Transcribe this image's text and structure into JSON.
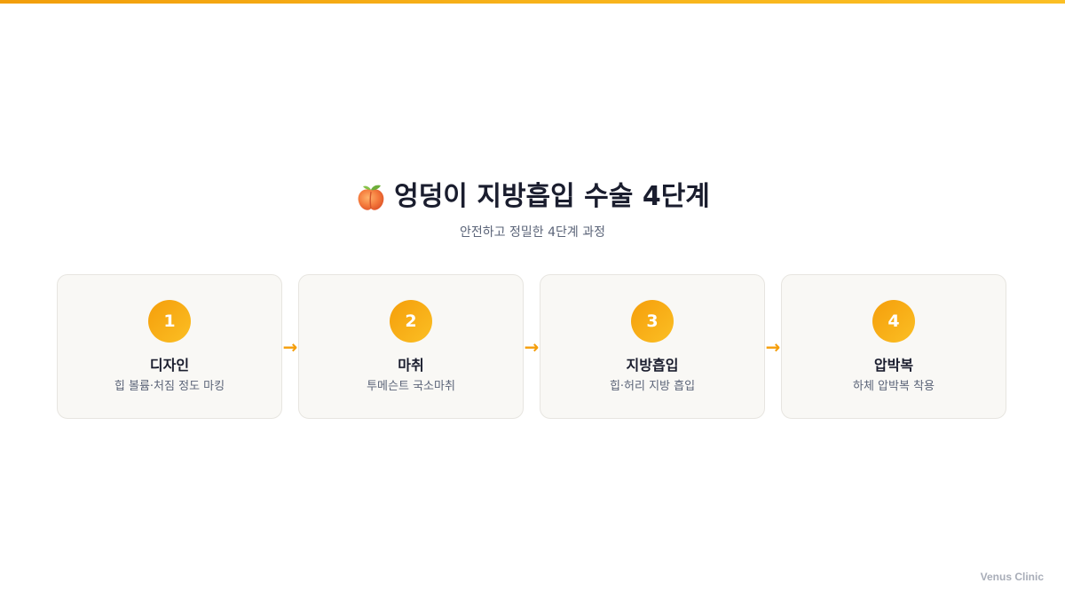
{
  "header": {
    "emoji_icon": "peach-icon",
    "title": "엉덩이 지방흡입 수술 4단계",
    "subtitle": "안전하고 정밀한 4단계 과정"
  },
  "steps": [
    {
      "number": "1",
      "name": "디자인",
      "desc": "힙 볼륨·처짐 정도 마킹"
    },
    {
      "number": "2",
      "name": "마취",
      "desc": "투메슨트 국소마취"
    },
    {
      "number": "3",
      "name": "지방흡입",
      "desc": "힙·허리 지방 흡입"
    },
    {
      "number": "4",
      "name": "압박복",
      "desc": "하체 압박복 착용"
    }
  ],
  "arrow_glyph": "→",
  "footer": {
    "brand": "Venus Clinic"
  },
  "colors": {
    "accent": "#f59e0b",
    "card_bg": "#f9f8f5",
    "title_text": "#1a1d2e",
    "muted_text": "#5b6478"
  }
}
